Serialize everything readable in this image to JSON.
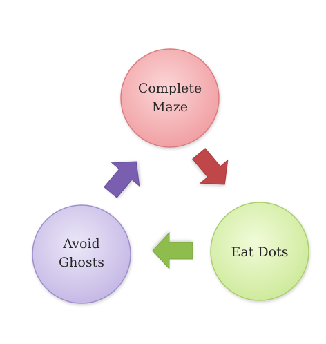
{
  "diagram": {
    "nodes": [
      {
        "id": "complete-maze",
        "lines": [
          "Complete",
          "Maze"
        ],
        "fill": "#f4a5a8",
        "stroke": "#d97c80"
      },
      {
        "id": "eat-dots",
        "lines": [
          "Eat Dots"
        ],
        "fill": "#d8efa8",
        "stroke": "#a9cf6b"
      },
      {
        "id": "avoid-ghosts",
        "lines": [
          "Avoid",
          "Ghosts"
        ],
        "fill": "#cbbfe8",
        "stroke": "#9d8fcc"
      }
    ],
    "arrows": [
      {
        "from": "complete-maze",
        "to": "eat-dots",
        "color": "#c0464a"
      },
      {
        "from": "eat-dots",
        "to": "avoid-ghosts",
        "color": "#8fbd4e"
      },
      {
        "from": "avoid-ghosts",
        "to": "complete-maze",
        "color": "#7a5fb0"
      }
    ]
  }
}
